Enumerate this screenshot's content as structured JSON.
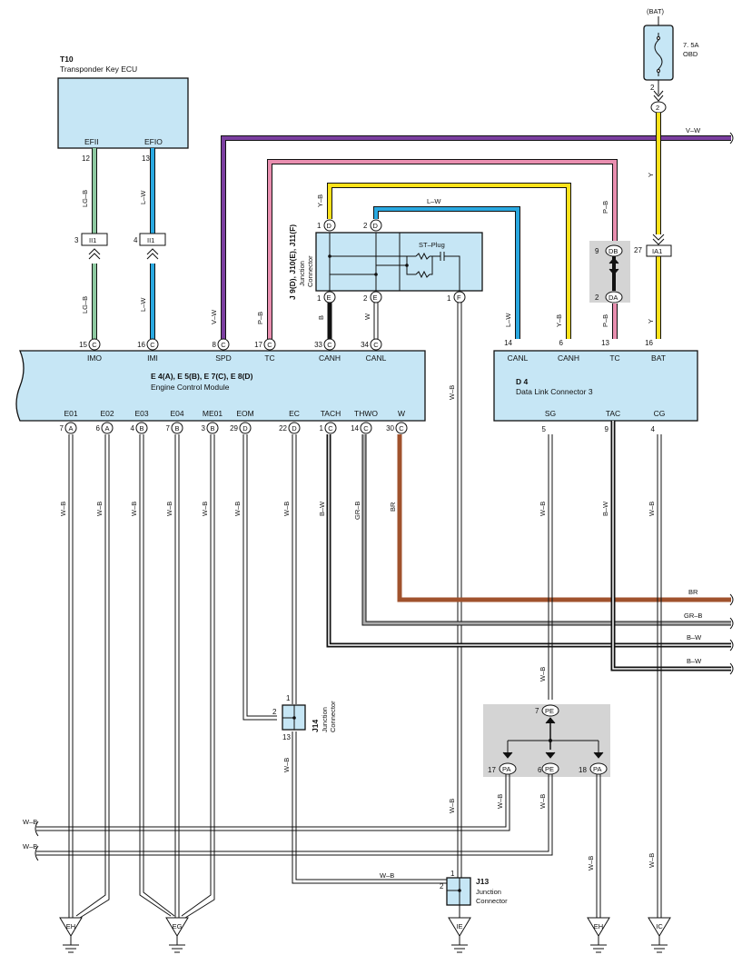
{
  "components": {
    "t10": {
      "id": "T10",
      "name": "Transponder Key ECU",
      "pins": {
        "efii": "EFII",
        "efio": "EFIO"
      },
      "pin_nums": {
        "efii": "12",
        "efio": "13"
      }
    },
    "ecm": {
      "title": "E 4(A), E 5(B), E 7(C), E 8(D)",
      "name": "Engine Control Module",
      "top_pins": [
        {
          "label": "IMO",
          "num": "15",
          "conn": "C"
        },
        {
          "label": "IMI",
          "num": "16",
          "conn": "C"
        },
        {
          "label": "SPD",
          "num": "8",
          "conn": "C"
        },
        {
          "label": "TC",
          "num": "17",
          "conn": "C"
        },
        {
          "label": "CANH",
          "num": "33",
          "conn": "C"
        },
        {
          "label": "CANL",
          "num": "34",
          "conn": "C"
        }
      ],
      "bottom_pins": [
        {
          "label": "E01",
          "num": "7",
          "conn": "A"
        },
        {
          "label": "E02",
          "num": "6",
          "conn": "A"
        },
        {
          "label": "E03",
          "num": "4",
          "conn": "B"
        },
        {
          "label": "E04",
          "num": "7",
          "conn": "B"
        },
        {
          "label": "ME01",
          "num": "3",
          "conn": "B"
        },
        {
          "label": "EOM",
          "num": "29",
          "conn": "D"
        },
        {
          "label": "EC",
          "num": "22",
          "conn": "D"
        },
        {
          "label": "TACH",
          "num": "1",
          "conn": "C"
        },
        {
          "label": "THWO",
          "num": "14",
          "conn": "C"
        },
        {
          "label": "W",
          "num": "30",
          "conn": "C"
        }
      ]
    },
    "dlc": {
      "id": "D 4",
      "name": "Data Link Connector 3",
      "top_pins": [
        {
          "label": "CANL",
          "num": "14"
        },
        {
          "label": "CANH",
          "num": "6"
        },
        {
          "label": "TC",
          "num": "13"
        },
        {
          "label": "BAT",
          "num": "16"
        }
      ],
      "bottom_pins": [
        {
          "label": "SG",
          "num": "5"
        },
        {
          "label": "TAC",
          "num": "9"
        },
        {
          "label": "CG",
          "num": "4"
        }
      ]
    },
    "jc_top": {
      "id": "J 9(D), J10(E), J11(F)",
      "name1": "Junction",
      "name2": "Connector",
      "plug": "ST–Plug",
      "pins": {
        "d1": "1",
        "d2": "2",
        "e1": "1",
        "e2": "2",
        "f1": "1"
      },
      "conns": {
        "d": "D",
        "e": "E",
        "f": "F"
      }
    },
    "j14": {
      "id": "J14",
      "name1": "Junction",
      "name2": "Connector",
      "pins": {
        "p1": "1",
        "p2": "2",
        "p13": "13"
      }
    },
    "j13": {
      "id": "J13",
      "name1": "Junction",
      "name2": "Connector",
      "pins": {
        "p1": "1",
        "p2": "2"
      }
    },
    "fuse": {
      "source": "(BAT)",
      "rating": "7. 5A",
      "name": "OBD",
      "pin": "2",
      "conn": "2"
    }
  },
  "connectors": {
    "ii1": "II1",
    "ia1": "IA1",
    "db": "DB",
    "da": "DA",
    "pe": "PE",
    "pa": "PA",
    "ii1_pins": {
      "left": "3",
      "right": "4"
    },
    "ia1_pin": "27",
    "db_pin": "9",
    "da_pin": "2",
    "pe_top_pin": "7",
    "pa_left_pin": "17",
    "pe_mid_pin": "6",
    "pa_right_pin": "18"
  },
  "wire_colors": {
    "lg_b": "LG–B",
    "l_w": "L–W",
    "v_w": "V–W",
    "p_b": "P–B",
    "y_b": "Y–B",
    "b": "B",
    "w": "W",
    "y": "Y",
    "w_b": "W–B",
    "b_w": "B–W",
    "gr_b": "GR–B",
    "br": "BR"
  },
  "grounds": {
    "eh": "EH",
    "eg": "EG",
    "ie": "IE",
    "ic": "IC"
  },
  "palette": {
    "box_fill": "#c6e6f5",
    "green": "#8dc9a0",
    "blue": "#29a8e0",
    "purple": "#7b3fa0",
    "pink": "#e98fb0",
    "yellow": "#ffe21a",
    "brown": "#a0522d",
    "grey_box": "#d4d4d4"
  }
}
